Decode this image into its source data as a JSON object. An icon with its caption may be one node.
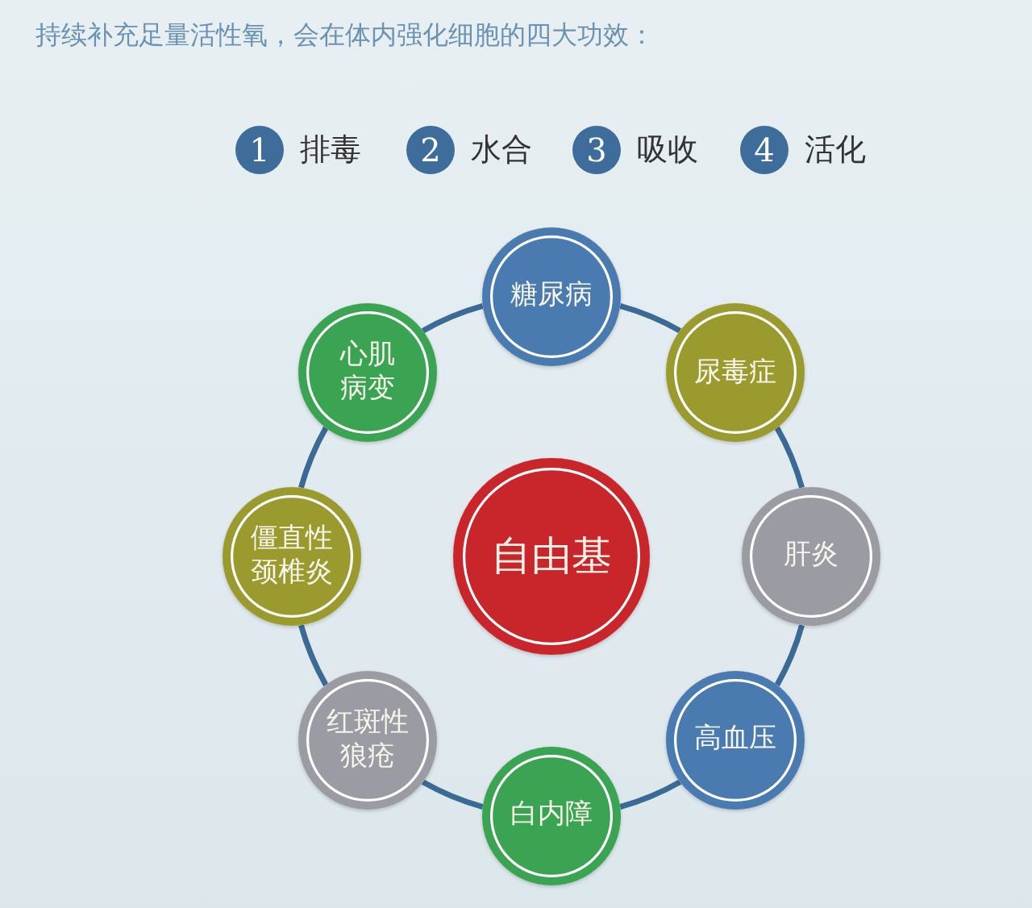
{
  "diagram": {
    "title": "持续补充足量活性氧，会在体内强化细胞的四大功效：",
    "nodes": [
      {
        "text": [
          "1"
        ],
        "beside": [
          "排毒"
        ]
      },
      {
        "text": [
          "2"
        ],
        "beside": [
          "水合"
        ]
      },
      {
        "text": [
          "3"
        ],
        "beside": [
          "吸收"
        ]
      },
      {
        "text": [
          "4"
        ],
        "beside": [
          "活化"
        ]
      },
      {
        "text": [
          "自由基"
        ]
      },
      {
        "text": [
          "糖尿病"
        ]
      },
      {
        "text": [
          "尿毒症"
        ]
      },
      {
        "text": [
          "肝炎"
        ]
      },
      {
        "text": [
          "高血压"
        ]
      },
      {
        "text": [
          "白内障"
        ]
      },
      {
        "text": [
          "红斑性狼疮"
        ]
      },
      {
        "text": [
          "僵直性颈椎炎"
        ]
      },
      {
        "text": [
          "心肌病变"
        ]
      }
    ],
    "edges": [
      {
        "from": 5,
        "to": 6,
        "arrow": "none"
      },
      {
        "from": 6,
        "to": 7,
        "arrow": "none"
      },
      {
        "from": 7,
        "to": 8,
        "arrow": "none"
      },
      {
        "from": 8,
        "to": 9,
        "arrow": "none"
      },
      {
        "from": 9,
        "to": 10,
        "arrow": "none"
      },
      {
        "from": 10,
        "to": 11,
        "arrow": "none"
      },
      {
        "from": 11,
        "to": 12,
        "arrow": "none"
      },
      {
        "from": 12,
        "to": 5,
        "arrow": "none"
      }
    ]
  }
}
